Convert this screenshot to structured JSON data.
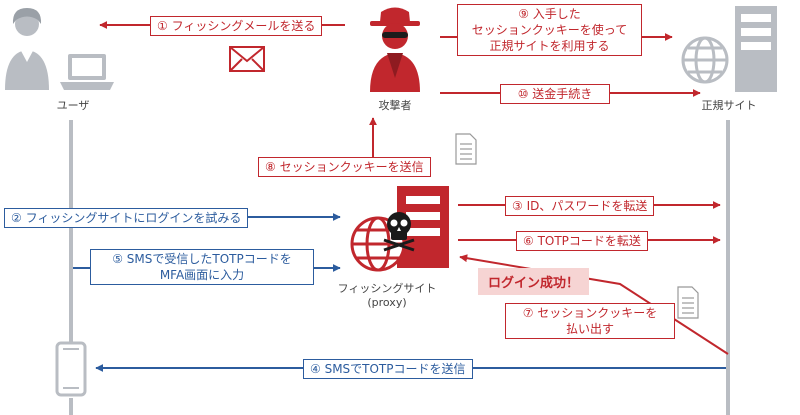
{
  "actors": {
    "user": "ユーザ",
    "attacker": "攻撃者",
    "legit_site": "正規サイト",
    "phishing_site_line1": "フィッシングサイト",
    "phishing_site_line2": "(proxy)"
  },
  "steps": {
    "s1": "① フィッシングメールを送る",
    "s2": "② フィッシングサイトにログインを試みる",
    "s3": "③ ID、パスワードを転送",
    "s4": "④ SMSでTOTPコードを送信",
    "s5_line1": "⑤ SMSで受信したTOTPコードを",
    "s5_line2": "MFA画面に入力",
    "s6": "⑥ TOTPコードを転送",
    "s7_line1": "⑦ セッションクッキーを",
    "s7_line2": "払い出す",
    "s8": "⑧ セッションクッキーを送信",
    "s9_line1": "⑨ 入手した",
    "s9_line2": "セッションクッキーを使って",
    "s9_line3": "正規サイトを利用する",
    "s10": "⑩ 送金手続き"
  },
  "badge": {
    "login_success": "ログイン成功！"
  },
  "icons": [
    "user-icon",
    "laptop-icon",
    "envelope-icon",
    "attacker-icon",
    "server-icon",
    "globe-icon",
    "skull-icon",
    "document-icon",
    "smartphone-icon"
  ],
  "colors": {
    "red": "#c1272d",
    "blue": "#2c5c9e",
    "gray": "#b9bdc3",
    "pink": "#f6d4d3"
  }
}
